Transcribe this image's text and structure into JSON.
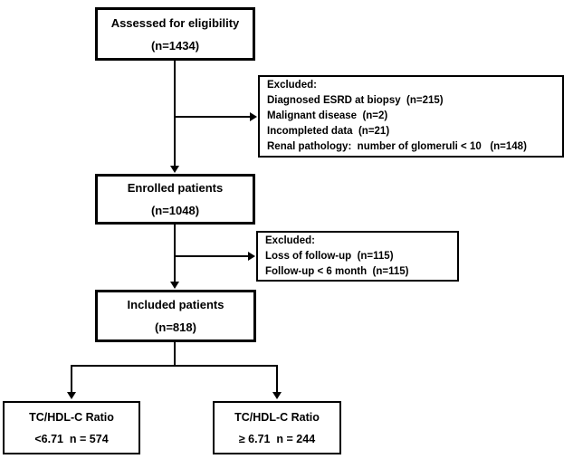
{
  "boxes": {
    "assessed": {
      "line1": "Assessed for eligibility",
      "line2": "(n=1434)"
    },
    "excluded1": {
      "title": "Excluded:",
      "items": [
        "Diagnosed ESRD at biopsy  (n=215)",
        "Malignant disease  (n=2)",
        "Incompleted data  (n=21)",
        "Renal pathology:  number of glomeruli < 10   (n=148)"
      ]
    },
    "enrolled": {
      "line1": "Enrolled patients",
      "line2": "(n=1048)"
    },
    "excluded2": {
      "title": "Excluded:",
      "items": [
        "Loss of follow-up  (n=115)",
        "Follow-up < 6 month  (n=115)"
      ]
    },
    "included": {
      "line1": "Included patients",
      "line2": "(n=818)"
    },
    "ratio_low": {
      "line1": "TC/HDL-C Ratio",
      "line2": "<6.71  n = 574"
    },
    "ratio_high": {
      "line1": "TC/HDL-C Ratio",
      "line2": "≥ 6.71  n = 244"
    }
  },
  "colors": {
    "line": "#000000",
    "background": "#ffffff"
  }
}
